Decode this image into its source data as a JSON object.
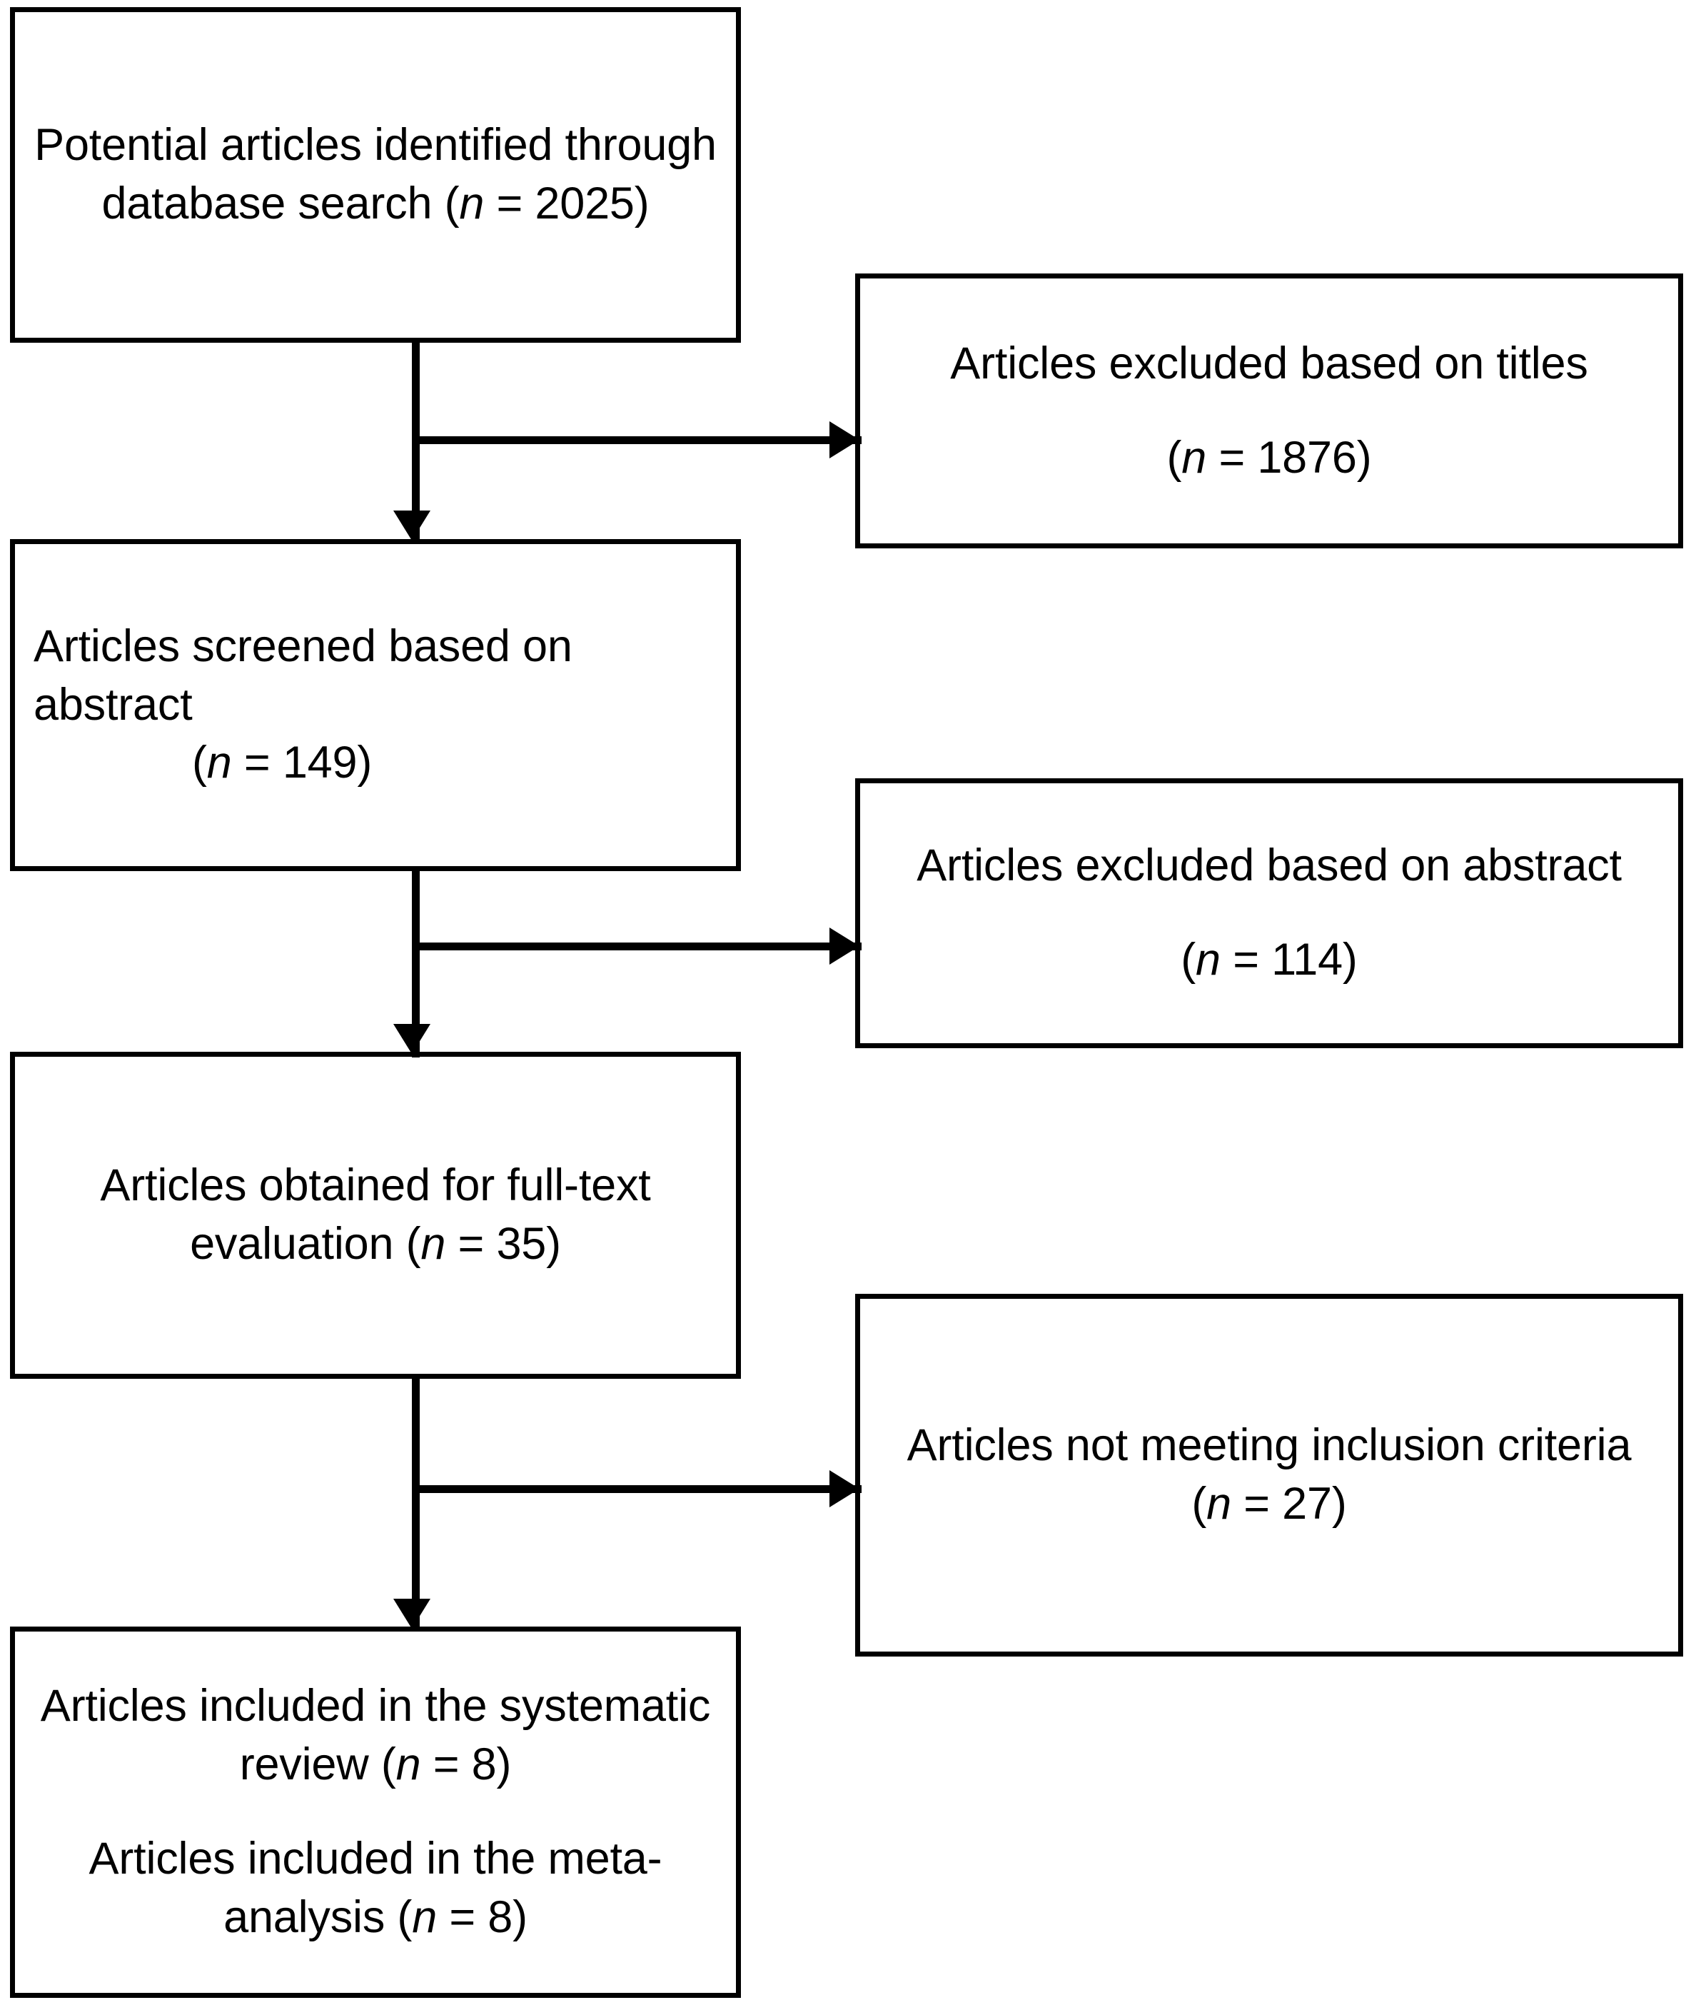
{
  "diagram": {
    "type": "prisma-flow-diagram",
    "orientation": "vertical-with-right-exclusions",
    "boxes": [
      {
        "id": "identified",
        "side": "left",
        "line1": "Potential articles identified through",
        "line2": "database search (",
        "n_symbol": "n",
        "n_value": " = 2025)",
        "align": "center"
      },
      {
        "id": "excluded-titles",
        "side": "right",
        "line1": "Articles excluded based on titles",
        "line2": "(",
        "n_symbol": "n",
        "n_value": " = 1876)",
        "align": "center"
      },
      {
        "id": "screened-abstract",
        "side": "left",
        "line1": "Articles screened based on abstract",
        "line2": "(",
        "n_symbol": "n",
        "n_value": " = 149)",
        "align": "left"
      },
      {
        "id": "excluded-abstract",
        "side": "right",
        "line1": "Articles excluded based on abstract",
        "line2": "(",
        "n_symbol": "n",
        "n_value": " = 114)",
        "align": "center"
      },
      {
        "id": "fulltext",
        "side": "left",
        "line1": "Articles obtained for full-text",
        "line2": "evaluation  (",
        "n_symbol": "n",
        "n_value": " = 35)",
        "align": "center"
      },
      {
        "id": "not-meeting-criteria",
        "side": "right",
        "line1": "Articles not meeting inclusion criteria",
        "line2": "(",
        "n_symbol": "n",
        "n_value": " = 27)",
        "align": "center"
      },
      {
        "id": "included-final",
        "side": "left",
        "para1_line1": "Articles included in the systematic",
        "para1_line2": "review (",
        "para1_n_symbol": "n",
        "para1_n_value": " = 8)",
        "para2_line1": "Articles included in the meta-",
        "para2_line2": "analysis (",
        "para2_n_symbol": "n",
        "para2_n_value": " = 8)",
        "align": "center"
      }
    ],
    "connectors": [
      {
        "id": "identified-to-screened",
        "kind": "arrow-down"
      },
      {
        "id": "identified-to-excluded-titles",
        "kind": "arrow-right"
      },
      {
        "id": "screened-to-fulltext",
        "kind": "arrow-down"
      },
      {
        "id": "screened-to-excluded-abstract",
        "kind": "arrow-right"
      },
      {
        "id": "fulltext-to-included",
        "kind": "arrow-down"
      },
      {
        "id": "fulltext-to-not-meeting",
        "kind": "arrow-right"
      }
    ],
    "colors": {
      "stroke": "#000000",
      "background": "#ffffff",
      "text": "#000000"
    }
  }
}
